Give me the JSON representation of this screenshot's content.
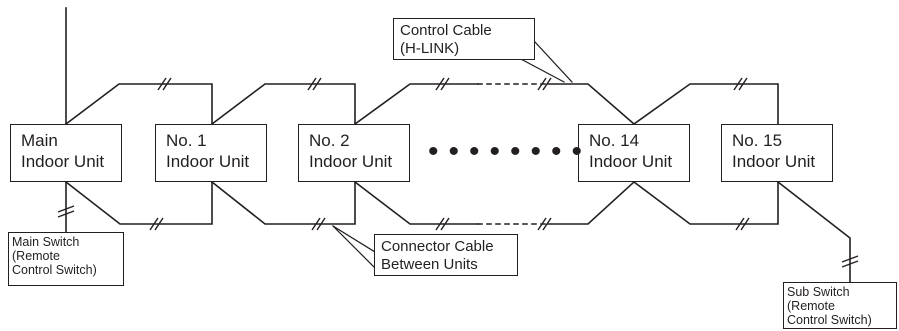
{
  "units": [
    {
      "line1": "Main",
      "line2": "Indoor Unit"
    },
    {
      "line1": "No. 1",
      "line2": "Indoor Unit"
    },
    {
      "line1": "No. 2",
      "line2": "Indoor Unit"
    },
    {
      "line1": "No. 14",
      "line2": "Indoor Unit"
    },
    {
      "line1": "No. 15",
      "line2": "Indoor Unit"
    }
  ],
  "ellipsis": "••••••••",
  "control_cable": {
    "line1": "Control Cable",
    "line2": "(H-LINK)"
  },
  "connector_cable": {
    "line1": "Connector Cable",
    "line2": "Between  Units"
  },
  "main_switch": {
    "line1": "Main Switch",
    "line2": "(Remote",
    "line3": " Control Switch)"
  },
  "sub_switch": {
    "line1": "Sub Switch",
    "line2": "(Remote",
    "line3": " Control Switch)"
  }
}
